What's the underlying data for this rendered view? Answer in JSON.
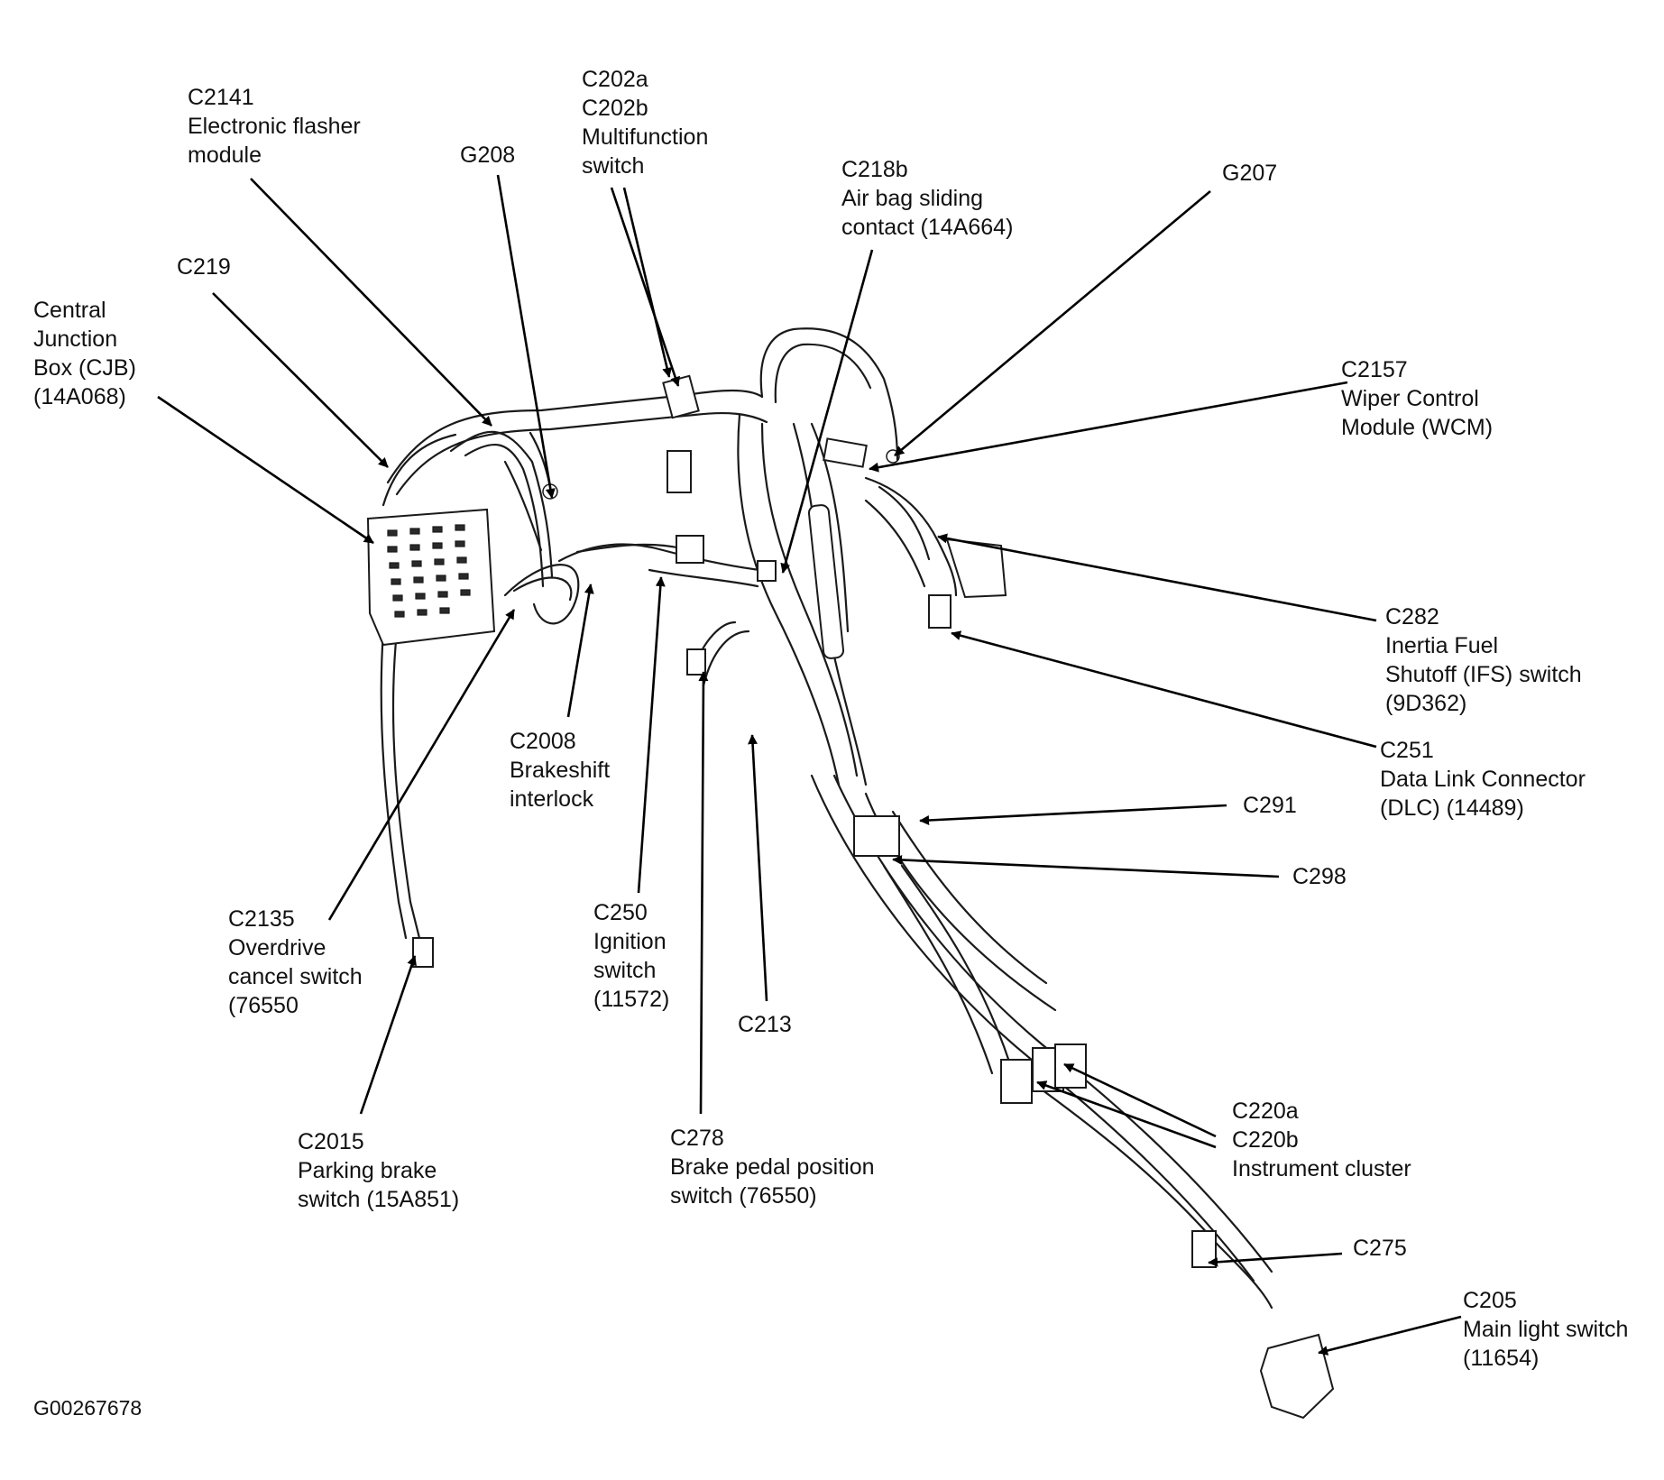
{
  "figure_id": "G00267678",
  "labels": {
    "c2141": [
      "C2141",
      "Electronic flasher",
      "module"
    ],
    "g208": [
      "G208"
    ],
    "c202": [
      "C202a",
      "C202b",
      "Multifunction",
      "switch"
    ],
    "c218b": [
      "C218b",
      "Air bag sliding",
      "contact (14A664)"
    ],
    "g207": [
      "G207"
    ],
    "c219": [
      "C219"
    ],
    "cjb": [
      "Central",
      "Junction",
      "Box (CJB)",
      "(14A068)"
    ],
    "c2157": [
      "C2157",
      "Wiper Control",
      "Module (WCM)"
    ],
    "c282": [
      "C282",
      "Inertia Fuel",
      "Shutoff (IFS) switch",
      "(9D362)"
    ],
    "c251": [
      "C251",
      "Data Link Connector",
      "(DLC) (14489)"
    ],
    "c2008": [
      "C2008",
      "Brakeshift",
      "interlock"
    ],
    "c291": [
      "C291"
    ],
    "c298": [
      "C298"
    ],
    "c2135": [
      "C2135",
      "Overdrive",
      "cancel switch",
      "(76550"
    ],
    "c250": [
      "C250",
      "Ignition",
      "switch",
      "(11572)"
    ],
    "c213": [
      "C213"
    ],
    "c220": [
      "C220a",
      "C220b",
      "Instrument cluster"
    ],
    "c2015": [
      "C2015",
      "Parking brake",
      "switch (15A851)"
    ],
    "c278": [
      "C278",
      "Brake pedal position",
      "switch (76550)"
    ],
    "c275": [
      "C275"
    ],
    "c205": [
      "C205",
      "Main light switch",
      "(11654)"
    ]
  }
}
